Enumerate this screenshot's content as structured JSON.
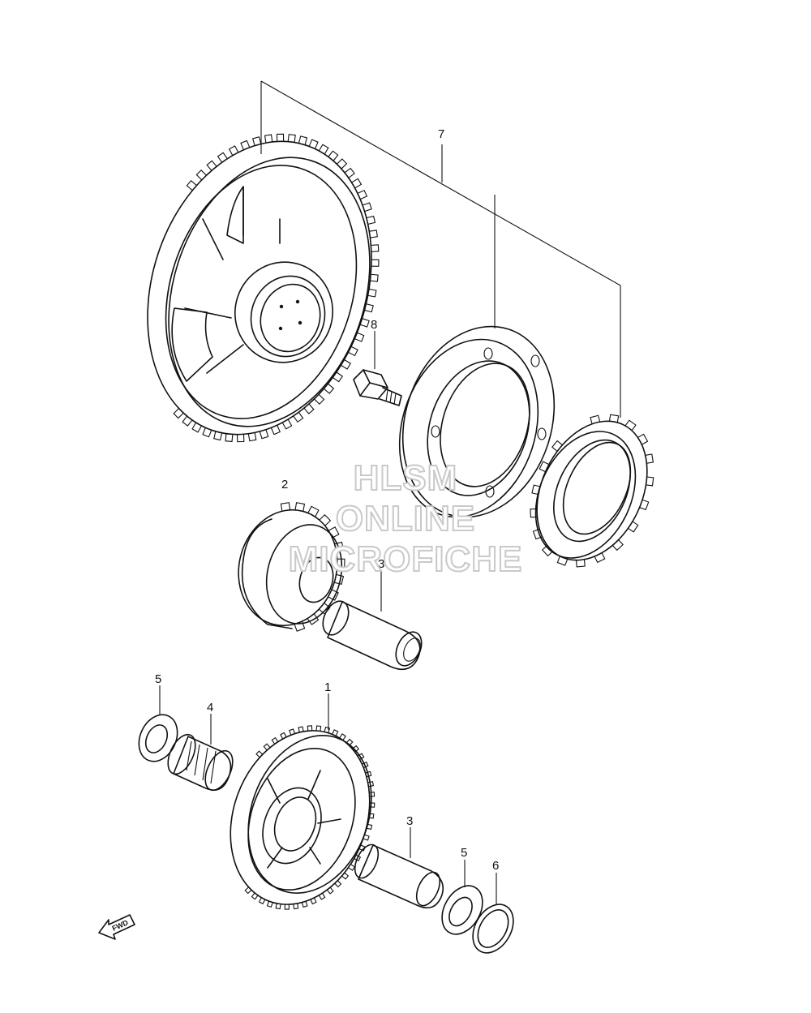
{
  "callouts": {
    "c1": "1",
    "c2": "2",
    "c3a": "3",
    "c3b": "3",
    "c4": "4",
    "c5a": "5",
    "c5b": "5",
    "c6": "6",
    "c7": "7",
    "c8": "8"
  },
  "watermark": {
    "line1": "HLSM",
    "line2": "ONLINE",
    "line3": "MICROFICHE"
  },
  "fwd_label": "FWD",
  "colors": {
    "line": "#111111",
    "watermark_outline": "#c9c9c9"
  }
}
